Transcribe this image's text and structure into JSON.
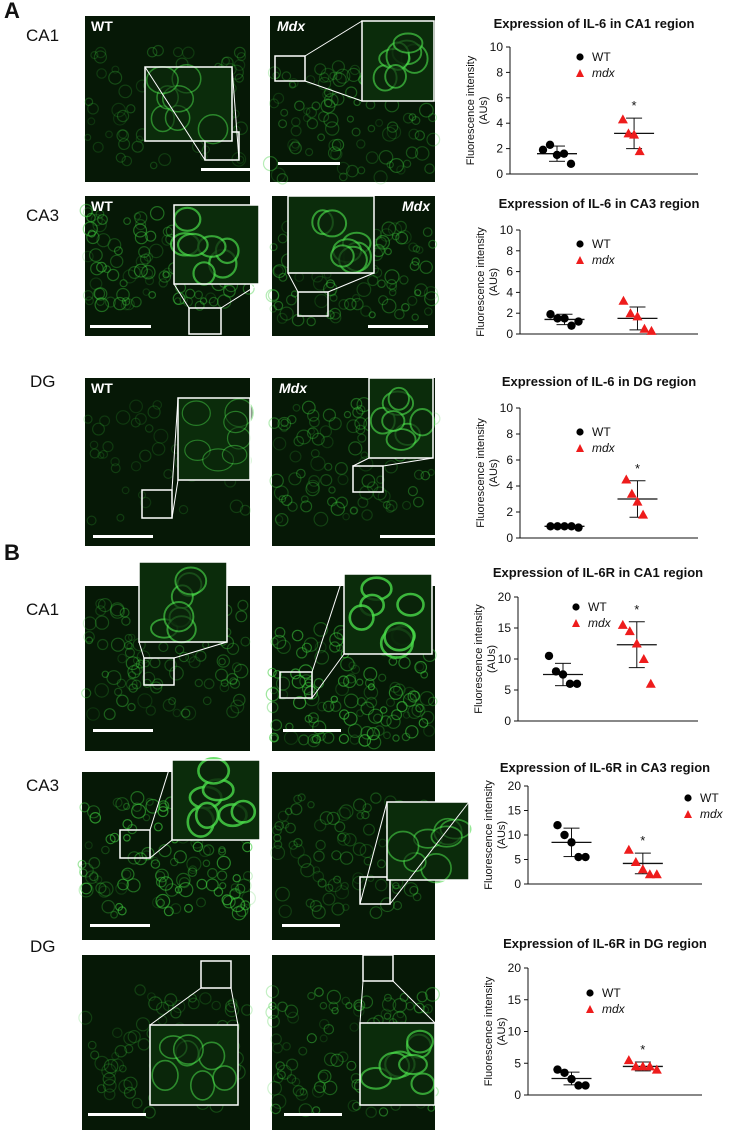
{
  "panels": {
    "a": "A",
    "b": "B"
  },
  "regions": {
    "ca1": "CA1",
    "ca3": "CA3",
    "dg": "DG"
  },
  "genotypes": {
    "wt": "WT",
    "mdx_cap": "Mdx"
  },
  "chart_data": [
    {
      "type": "scatter",
      "title": "Expression of IL-6 in CA1 region",
      "ylabel_line1": "Fluorescence intensity",
      "ylabel_line2": "(AUs)",
      "ylim": [
        0,
        10
      ],
      "yticks": [
        0,
        2,
        4,
        6,
        8,
        10
      ],
      "legend": [
        "WT",
        "mdx"
      ],
      "series": [
        {
          "name": "WT",
          "color": "#000000",
          "marker": "circle",
          "values": [
            1.9,
            2.3,
            1.5,
            1.6,
            0.8
          ],
          "mean": 1.6,
          "sd": 0.6
        },
        {
          "name": "mdx",
          "color": "#ee1c1c",
          "marker": "triangle",
          "values": [
            4.3,
            3.2,
            3.1,
            1.8
          ],
          "mean": 3.2,
          "sd": 1.2
        }
      ],
      "significance": "*"
    },
    {
      "type": "scatter",
      "title": "Expression of IL-6 in CA3 region",
      "ylabel_line1": "Fluorescence intensity",
      "ylabel_line2": "(AUs)",
      "ylim": [
        0,
        10
      ],
      "yticks": [
        0,
        2,
        4,
        6,
        8,
        10
      ],
      "legend": [
        "WT",
        "mdx"
      ],
      "series": [
        {
          "name": "WT",
          "color": "#000000",
          "marker": "circle",
          "values": [
            1.9,
            1.5,
            1.5,
            0.8,
            1.2
          ],
          "mean": 1.4,
          "sd": 0.5
        },
        {
          "name": "mdx",
          "color": "#ee1c1c",
          "marker": "triangle",
          "values": [
            3.2,
            2.0,
            1.7,
            0.5,
            0.3
          ],
          "mean": 1.5,
          "sd": 1.1
        }
      ],
      "significance": ""
    },
    {
      "type": "scatter",
      "title": "Expression of IL-6 in DG region",
      "ylabel_line1": "Fluorescence intensity",
      "ylabel_line2": "(AUs)",
      "ylim": [
        0,
        10
      ],
      "yticks": [
        0,
        2,
        4,
        6,
        8,
        10
      ],
      "legend": [
        "WT",
        "mdx"
      ],
      "series": [
        {
          "name": "WT",
          "color": "#000000",
          "marker": "circle",
          "values": [
            0.9,
            0.9,
            0.9,
            0.9,
            0.8
          ],
          "mean": 0.9,
          "sd": 0.05
        },
        {
          "name": "mdx",
          "color": "#ee1c1c",
          "marker": "triangle",
          "values": [
            4.5,
            3.4,
            2.8,
            1.8
          ],
          "mean": 3.0,
          "sd": 1.4
        }
      ],
      "significance": "*"
    },
    {
      "type": "scatter",
      "title": "Expression of IL-6R in CA1 region",
      "ylabel_line1": "Fluorescence intensity",
      "ylabel_line2": "(AUs)",
      "ylim": [
        0,
        20
      ],
      "yticks": [
        0,
        5,
        10,
        15,
        20
      ],
      "legend": [
        "WT",
        "mdx"
      ],
      "series": [
        {
          "name": "WT",
          "color": "#000000",
          "marker": "circle",
          "values": [
            10.5,
            8.0,
            7.5,
            6.0,
            6.0
          ],
          "mean": 7.5,
          "sd": 1.8
        },
        {
          "name": "mdx",
          "color": "#ee1c1c",
          "marker": "triangle",
          "values": [
            15.5,
            14.5,
            12.5,
            10.0,
            6.0
          ],
          "mean": 12.3,
          "sd": 3.7
        }
      ],
      "significance": "*"
    },
    {
      "type": "scatter",
      "title": "Expression of IL-6R in CA3 region",
      "ylabel_line1": "Fluorescence intensity",
      "ylabel_line2": "(AUs)",
      "ylim": [
        0,
        20
      ],
      "yticks": [
        0,
        5,
        10,
        15,
        20
      ],
      "legend": [
        "WT",
        "mdx"
      ],
      "series": [
        {
          "name": "WT",
          "color": "#000000",
          "marker": "circle",
          "values": [
            12.0,
            10.0,
            8.5,
            5.5,
            5.5
          ],
          "mean": 8.5,
          "sd": 2.9
        },
        {
          "name": "mdx",
          "color": "#ee1c1c",
          "marker": "triangle",
          "values": [
            7.0,
            4.5,
            3.0,
            2.0,
            2.0
          ],
          "mean": 4.2,
          "sd": 2.1
        }
      ],
      "significance": "*"
    },
    {
      "type": "scatter",
      "title": "Expression of IL-6R in DG region",
      "ylabel_line1": "Fluorescence intensity",
      "ylabel_line2": "(AUs)",
      "ylim": [
        0,
        20
      ],
      "yticks": [
        0,
        5,
        10,
        15,
        20
      ],
      "legend": [
        "WT",
        "mdx"
      ],
      "series": [
        {
          "name": "WT",
          "color": "#000000",
          "marker": "circle",
          "values": [
            4.0,
            3.5,
            2.5,
            1.5,
            1.5
          ],
          "mean": 2.6,
          "sd": 1.0
        },
        {
          "name": "mdx",
          "color": "#ee1c1c",
          "marker": "triangle",
          "values": [
            5.5,
            4.5,
            4.5,
            4.5,
            4.0
          ],
          "mean": 4.5,
          "sd": 0.7
        },
        {
          "name": "",
          "color": "#ee1c1c",
          "marker": "triangle",
          "values": [],
          "mean": null,
          "sd": null
        }
      ],
      "significance": "*"
    }
  ]
}
